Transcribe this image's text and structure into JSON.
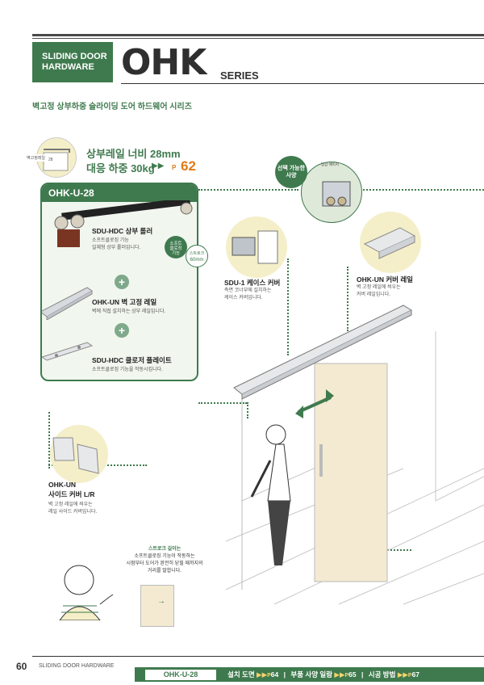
{
  "header": {
    "category_line1": "SLIDING DOOR",
    "category_line2": "HARDWARE",
    "brand": "OHK",
    "series": "SERIES",
    "subtitle": "벽고정 상부하중 슬라이딩 도어 하드웨어 시리즈"
  },
  "callout": {
    "thumb_label": "벽고정레일",
    "thumb_dim": "28",
    "spec_line1": "상부레일 너비 28mm",
    "spec_line2": "대응 하중 30kg",
    "arrows": "▶▶",
    "page_ref_prefix": "P",
    "page_ref_num": "62"
  },
  "kit": {
    "code": "OHK-U-28",
    "items": [
      {
        "name": "SDU-HDC 상부 롤러",
        "desc_line1": "소프트클로징 기능",
        "desc_line2": "일체형 상부 롤러입니다."
      },
      {
        "name": "OHK-UN 벽 고정 레일",
        "desc_line1": "벽에 직접 설치하는 상부 레일입니다.",
        "desc_line2": ""
      },
      {
        "name": "SDU-HDC 클로저 플레이트",
        "desc_line1": "소프트클로징 기능을 작동시킵니다.",
        "desc_line2": ""
      }
    ],
    "badge_soft_line1": "소프트",
    "badge_soft_line2": "클로징",
    "badge_soft_line3": "기능",
    "badge_stroke_label": "스트로크",
    "badge_stroke_value": "60mm",
    "plus": "+"
  },
  "options": {
    "selectable_line1": "선택 가능한",
    "selectable_line2": "사양",
    "corner_label": "장갑 에이치"
  },
  "parts": {
    "case_cover": {
      "name": "SDU-1 케이스 커버",
      "desc_line1": "측면 코너부에 설치하는",
      "desc_line2": "케이스 커버입니다."
    },
    "cover_rail": {
      "name": "OHK-UN 커버 레일",
      "desc_line1": "벽 고정 레일에 씌우는",
      "desc_line2": "커버 레일입니다."
    },
    "side_cover": {
      "name_line1": "OHK-UN",
      "name_line2": "사이드 커버 L/R",
      "desc_line1": "벽 고정 레일에 씌우는",
      "desc_line2": "레일 사이드 커버입니다."
    }
  },
  "note": {
    "line1": "스트로크 길이는",
    "line2": "소프트클로징 기능이 작동하는",
    "line3": "시점부터 도어가 완전히 닫힐 때까지의",
    "line4": "거리를 말합니다."
  },
  "footer": {
    "page_number": "60",
    "section": "SLIDING DOOR HARDWARE",
    "code": "OHK-U-28",
    "nav": [
      {
        "label": "설치 도면",
        "page": "64"
      },
      {
        "label": "부품 사양 일람",
        "page": "65"
      },
      {
        "label": "시공 방법",
        "page": "67"
      }
    ],
    "arrows": "▶▶",
    "page_prefix": "P",
    "separator": "|"
  },
  "colors": {
    "accent": "#3f7a4e",
    "orange": "#e07b1a",
    "cream": "#f4efc9"
  }
}
